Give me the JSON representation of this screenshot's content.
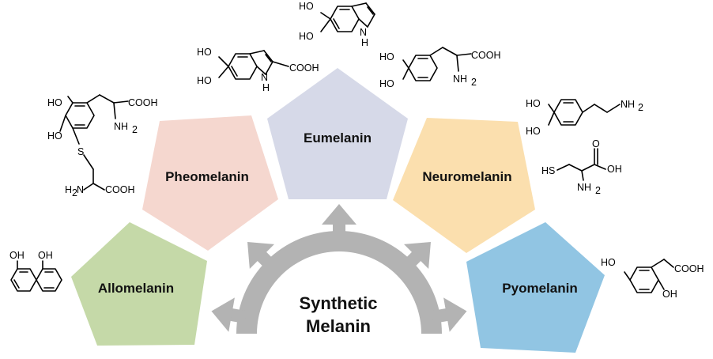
{
  "center": {
    "line1": "Synthetic",
    "line2": "Melanin"
  },
  "colors": {
    "arrow": "#b3b3b3",
    "eumelanin": "#d6d9e8",
    "pheomelanin": "#f5d7cf",
    "neuromelanin": "#fbdfae",
    "allomelanin": "#c5d9a8",
    "pyomelanin": "#91c5e3"
  },
  "pentagons": {
    "eumelanin": "Eumelanin",
    "pheomelanin": "Pheomelanin",
    "neuromelanin": "Neuromelanin",
    "allomelanin": "Allomelanin",
    "pyomelanin": "Pyomelanin"
  },
  "chem": {
    "ho": "HO",
    "oh": "OH",
    "h": "H",
    "n": "N",
    "s": "S",
    "nh": "N",
    "nh2": "NH",
    "two": "2",
    "h2n_h": "H",
    "h2n_n": "N",
    "cooh": "COOH",
    "hs": "HS",
    "o": "O"
  }
}
